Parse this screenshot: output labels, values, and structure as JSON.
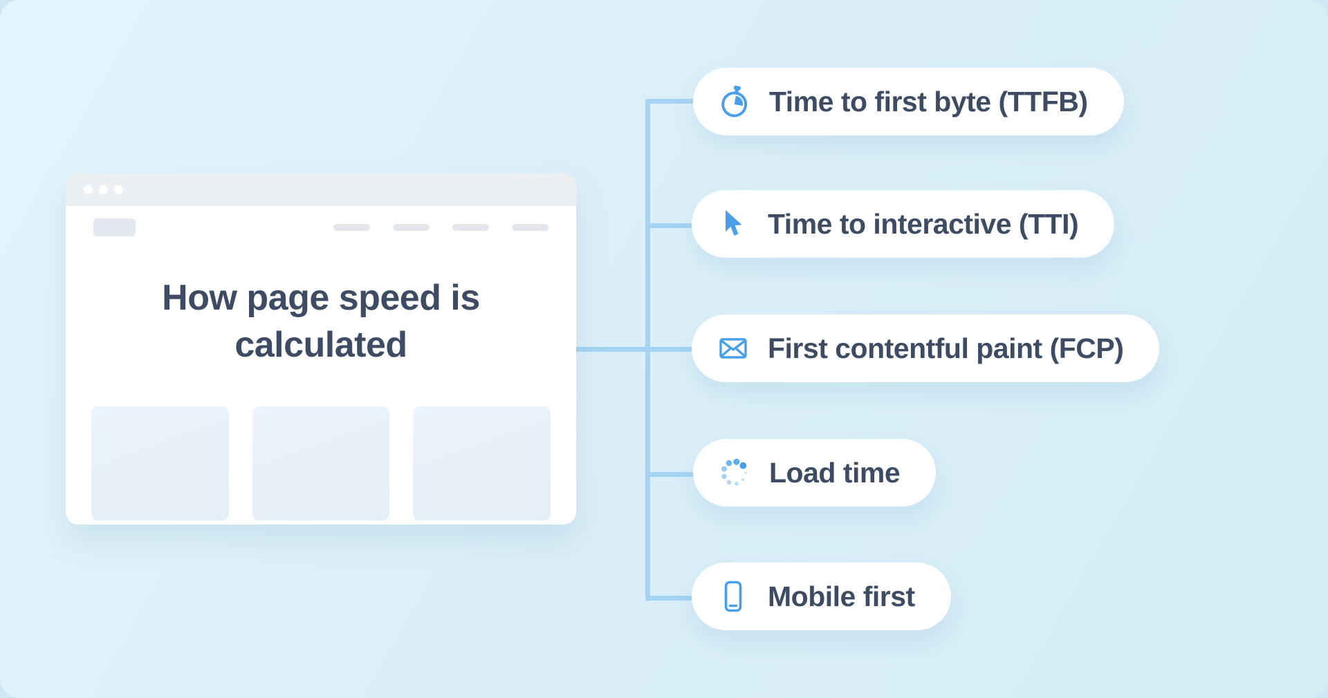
{
  "browser": {
    "title": "How page speed is calculated"
  },
  "nodes": [
    {
      "label": "Time to first byte (TTFB)",
      "icon": "stopwatch-icon"
    },
    {
      "label": "Time to interactive (TTI)",
      "icon": "cursor-icon"
    },
    {
      "label": "First contentful paint (FCP)",
      "icon": "envelope-icon"
    },
    {
      "label": "Load time",
      "icon": "spinner-icon"
    },
    {
      "label": "Mobile first",
      "icon": "phone-icon"
    }
  ],
  "colors": {
    "background": "#D9EEF8",
    "accent_blue": "#4AA0E8",
    "connector": "#A6D2F3",
    "text": "#3E4C63",
    "pill_background": "#FFFFFF",
    "browser_header": "#EDF0F3"
  }
}
